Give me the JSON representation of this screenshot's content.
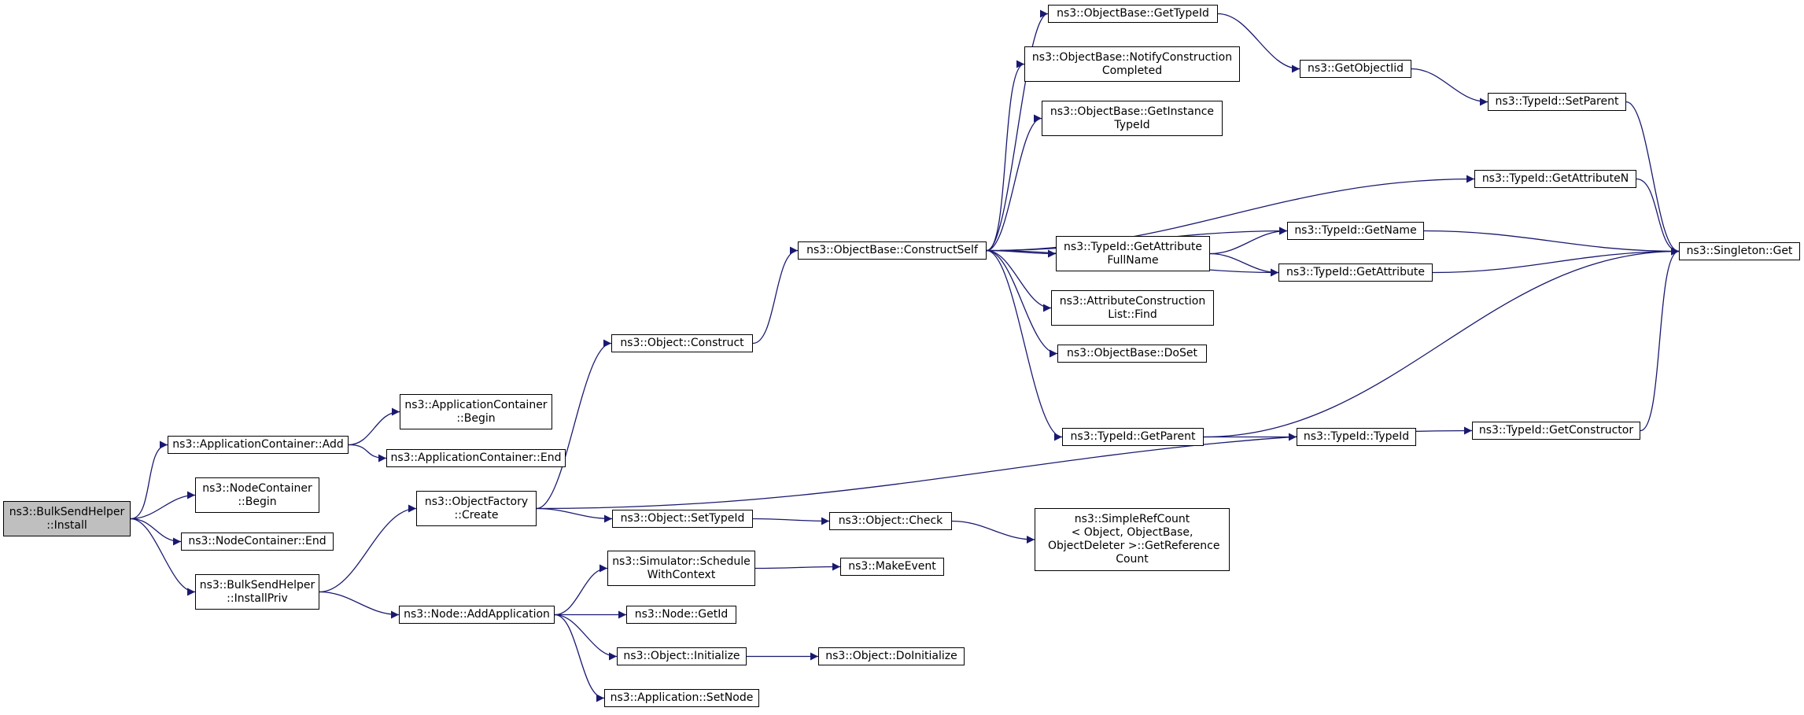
{
  "colors": {
    "edge": "#191970",
    "node_border": "#000000",
    "root_fill": "#bfbfbf",
    "node_fill": "#ffffff"
  },
  "nodes": [
    {
      "id": "n0",
      "label": "ns3::BulkSendHelper\n::Install",
      "root": true
    },
    {
      "id": "n1",
      "label": "ns3::ApplicationContainer::Add"
    },
    {
      "id": "n2",
      "label": "ns3::NodeContainer\n::Begin"
    },
    {
      "id": "n3",
      "label": "ns3::NodeContainer::End"
    },
    {
      "id": "n4",
      "label": "ns3::BulkSendHelper\n::InstallPriv"
    },
    {
      "id": "n5",
      "label": "ns3::ApplicationContainer\n::Begin"
    },
    {
      "id": "n6",
      "label": "ns3::ApplicationContainer::End"
    },
    {
      "id": "n7",
      "label": "ns3::ObjectFactory\n::Create"
    },
    {
      "id": "n8",
      "label": "ns3::Node::AddApplication"
    },
    {
      "id": "n9",
      "label": "ns3::Object::Construct"
    },
    {
      "id": "n10",
      "label": "ns3::Object::SetTypeId"
    },
    {
      "id": "n11",
      "label": "ns3::ObjectBase::ConstructSelf"
    },
    {
      "id": "n12",
      "label": "ns3::Simulator::Schedule\nWithContext"
    },
    {
      "id": "n13",
      "label": "ns3::Node::GetId"
    },
    {
      "id": "n14",
      "label": "ns3::Object::Initialize"
    },
    {
      "id": "n15",
      "label": "ns3::Application::SetNode"
    },
    {
      "id": "n16",
      "label": "ns3::Object::Check"
    },
    {
      "id": "n17",
      "label": "ns3::MakeEvent"
    },
    {
      "id": "n18",
      "label": "ns3::Object::DoInitialize"
    },
    {
      "id": "n19",
      "label": "ns3::ObjectBase::GetTypeId"
    },
    {
      "id": "n20",
      "label": "ns3::ObjectBase::NotifyConstruction\nCompleted"
    },
    {
      "id": "n21",
      "label": "ns3::ObjectBase::GetInstance\nTypeId"
    },
    {
      "id": "n22",
      "label": "ns3::TypeId::GetAttribute\nFullName"
    },
    {
      "id": "n23",
      "label": "ns3::AttributeConstruction\nList::Find"
    },
    {
      "id": "n24",
      "label": "ns3::ObjectBase::DoSet"
    },
    {
      "id": "n25",
      "label": "ns3::TypeId::GetParent"
    },
    {
      "id": "n26",
      "label": "ns3::SimpleRefCount\n< Object, ObjectBase,\n ObjectDeleter >::GetReference\nCount"
    },
    {
      "id": "n27",
      "label": "ns3::GetObjectIid"
    },
    {
      "id": "n28",
      "label": "ns3::TypeId::GetName"
    },
    {
      "id": "n29",
      "label": "ns3::TypeId::GetAttribute"
    },
    {
      "id": "n30",
      "label": "ns3::TypeId::TypeId"
    },
    {
      "id": "n31",
      "label": "ns3::TypeId::SetParent"
    },
    {
      "id": "n32",
      "label": "ns3::TypeId::GetAttributeN"
    },
    {
      "id": "n33",
      "label": "ns3::TypeId::GetConstructor"
    },
    {
      "id": "n34",
      "label": "ns3::Singleton::Get"
    }
  ],
  "edges": [
    [
      "n0",
      "n1"
    ],
    [
      "n0",
      "n2"
    ],
    [
      "n0",
      "n3"
    ],
    [
      "n0",
      "n4"
    ],
    [
      "n1",
      "n5"
    ],
    [
      "n1",
      "n6"
    ],
    [
      "n4",
      "n7"
    ],
    [
      "n4",
      "n8"
    ],
    [
      "n7",
      "n9"
    ],
    [
      "n7",
      "n10"
    ],
    [
      "n7",
      "n33"
    ],
    [
      "n9",
      "n11"
    ],
    [
      "n10",
      "n16"
    ],
    [
      "n16",
      "n26"
    ],
    [
      "n8",
      "n12"
    ],
    [
      "n8",
      "n13"
    ],
    [
      "n8",
      "n14"
    ],
    [
      "n8",
      "n15"
    ],
    [
      "n12",
      "n17"
    ],
    [
      "n14",
      "n18"
    ],
    [
      "n11",
      "n19"
    ],
    [
      "n11",
      "n20"
    ],
    [
      "n11",
      "n21"
    ],
    [
      "n11",
      "n32"
    ],
    [
      "n11",
      "n28"
    ],
    [
      "n11",
      "n22"
    ],
    [
      "n11",
      "n23"
    ],
    [
      "n11",
      "n24"
    ],
    [
      "n11",
      "n29"
    ],
    [
      "n11",
      "n25"
    ],
    [
      "n19",
      "n27"
    ],
    [
      "n27",
      "n31"
    ],
    [
      "n31",
      "n34"
    ],
    [
      "n32",
      "n34"
    ],
    [
      "n28",
      "n34"
    ],
    [
      "n22",
      "n28"
    ],
    [
      "n22",
      "n29"
    ],
    [
      "n29",
      "n34"
    ],
    [
      "n25",
      "n30"
    ],
    [
      "n25",
      "n34"
    ],
    [
      "n33",
      "n34"
    ]
  ]
}
